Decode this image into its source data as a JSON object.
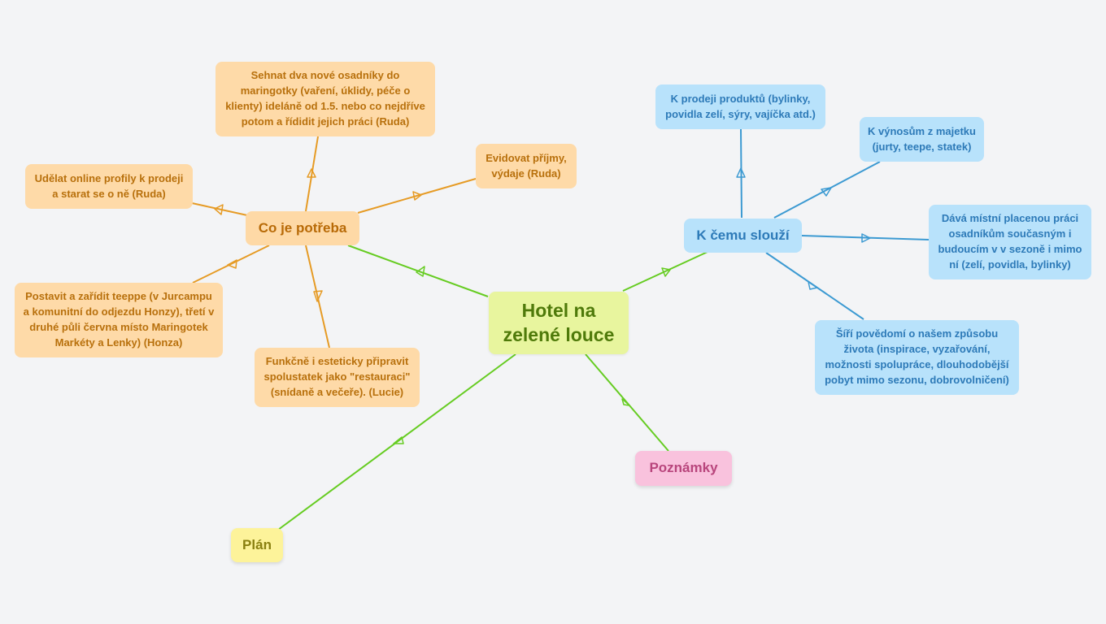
{
  "mindmap": {
    "root": "Hotel na zelené louce",
    "colors": {
      "green": "#66cc22",
      "orange": "#e69b25",
      "blue": "#3c9ad2"
    },
    "branches": {
      "co_je_potreba": {
        "label": "Co je potřeba",
        "children": [
          "Sehnat dva nové osadníky do maringotky (vaření, úklidy, péče o klienty) ideláně od 1.5. nebo co nejdříve potom a řídidit jejich práci (Ruda)",
          "Evidovat příjmy, výdaje (Ruda)",
          "Udělat online profily k prodeji a starat se o ně (Ruda)",
          "Postavit a zařídit teeppe (v Jurcampu a komunitní do odjezdu Honzy), třetí v druhé půli června místo Maringotek Markéty a Lenky) (Honza)",
          "Funkčně i esteticky připravit spolustatek jako \"restauraci\" (snídaně a večeře). (Lucie)"
        ]
      },
      "k_cemu_slouzi": {
        "label": "K čemu slouží",
        "children": [
          "K prodeji produktů (bylinky, povidla zelí, sýry, vajíčka atd.)",
          "K výnosům z majetku (jurty, teepe, statek)",
          "Dává místní placenou práci osadníkům současným i budoucím v v sezoně i mimo ní (zelí, povidla, bylinky)",
          "Šíří povědomí o našem způsobu života (inspirace, vyzařování, možnosti spolupráce, dlouhodobější pobyt mimo sezonu, dobrovolničení)"
        ]
      },
      "poznamky": {
        "label": "Poznámky"
      },
      "plan": {
        "label": "Plán"
      }
    }
  }
}
